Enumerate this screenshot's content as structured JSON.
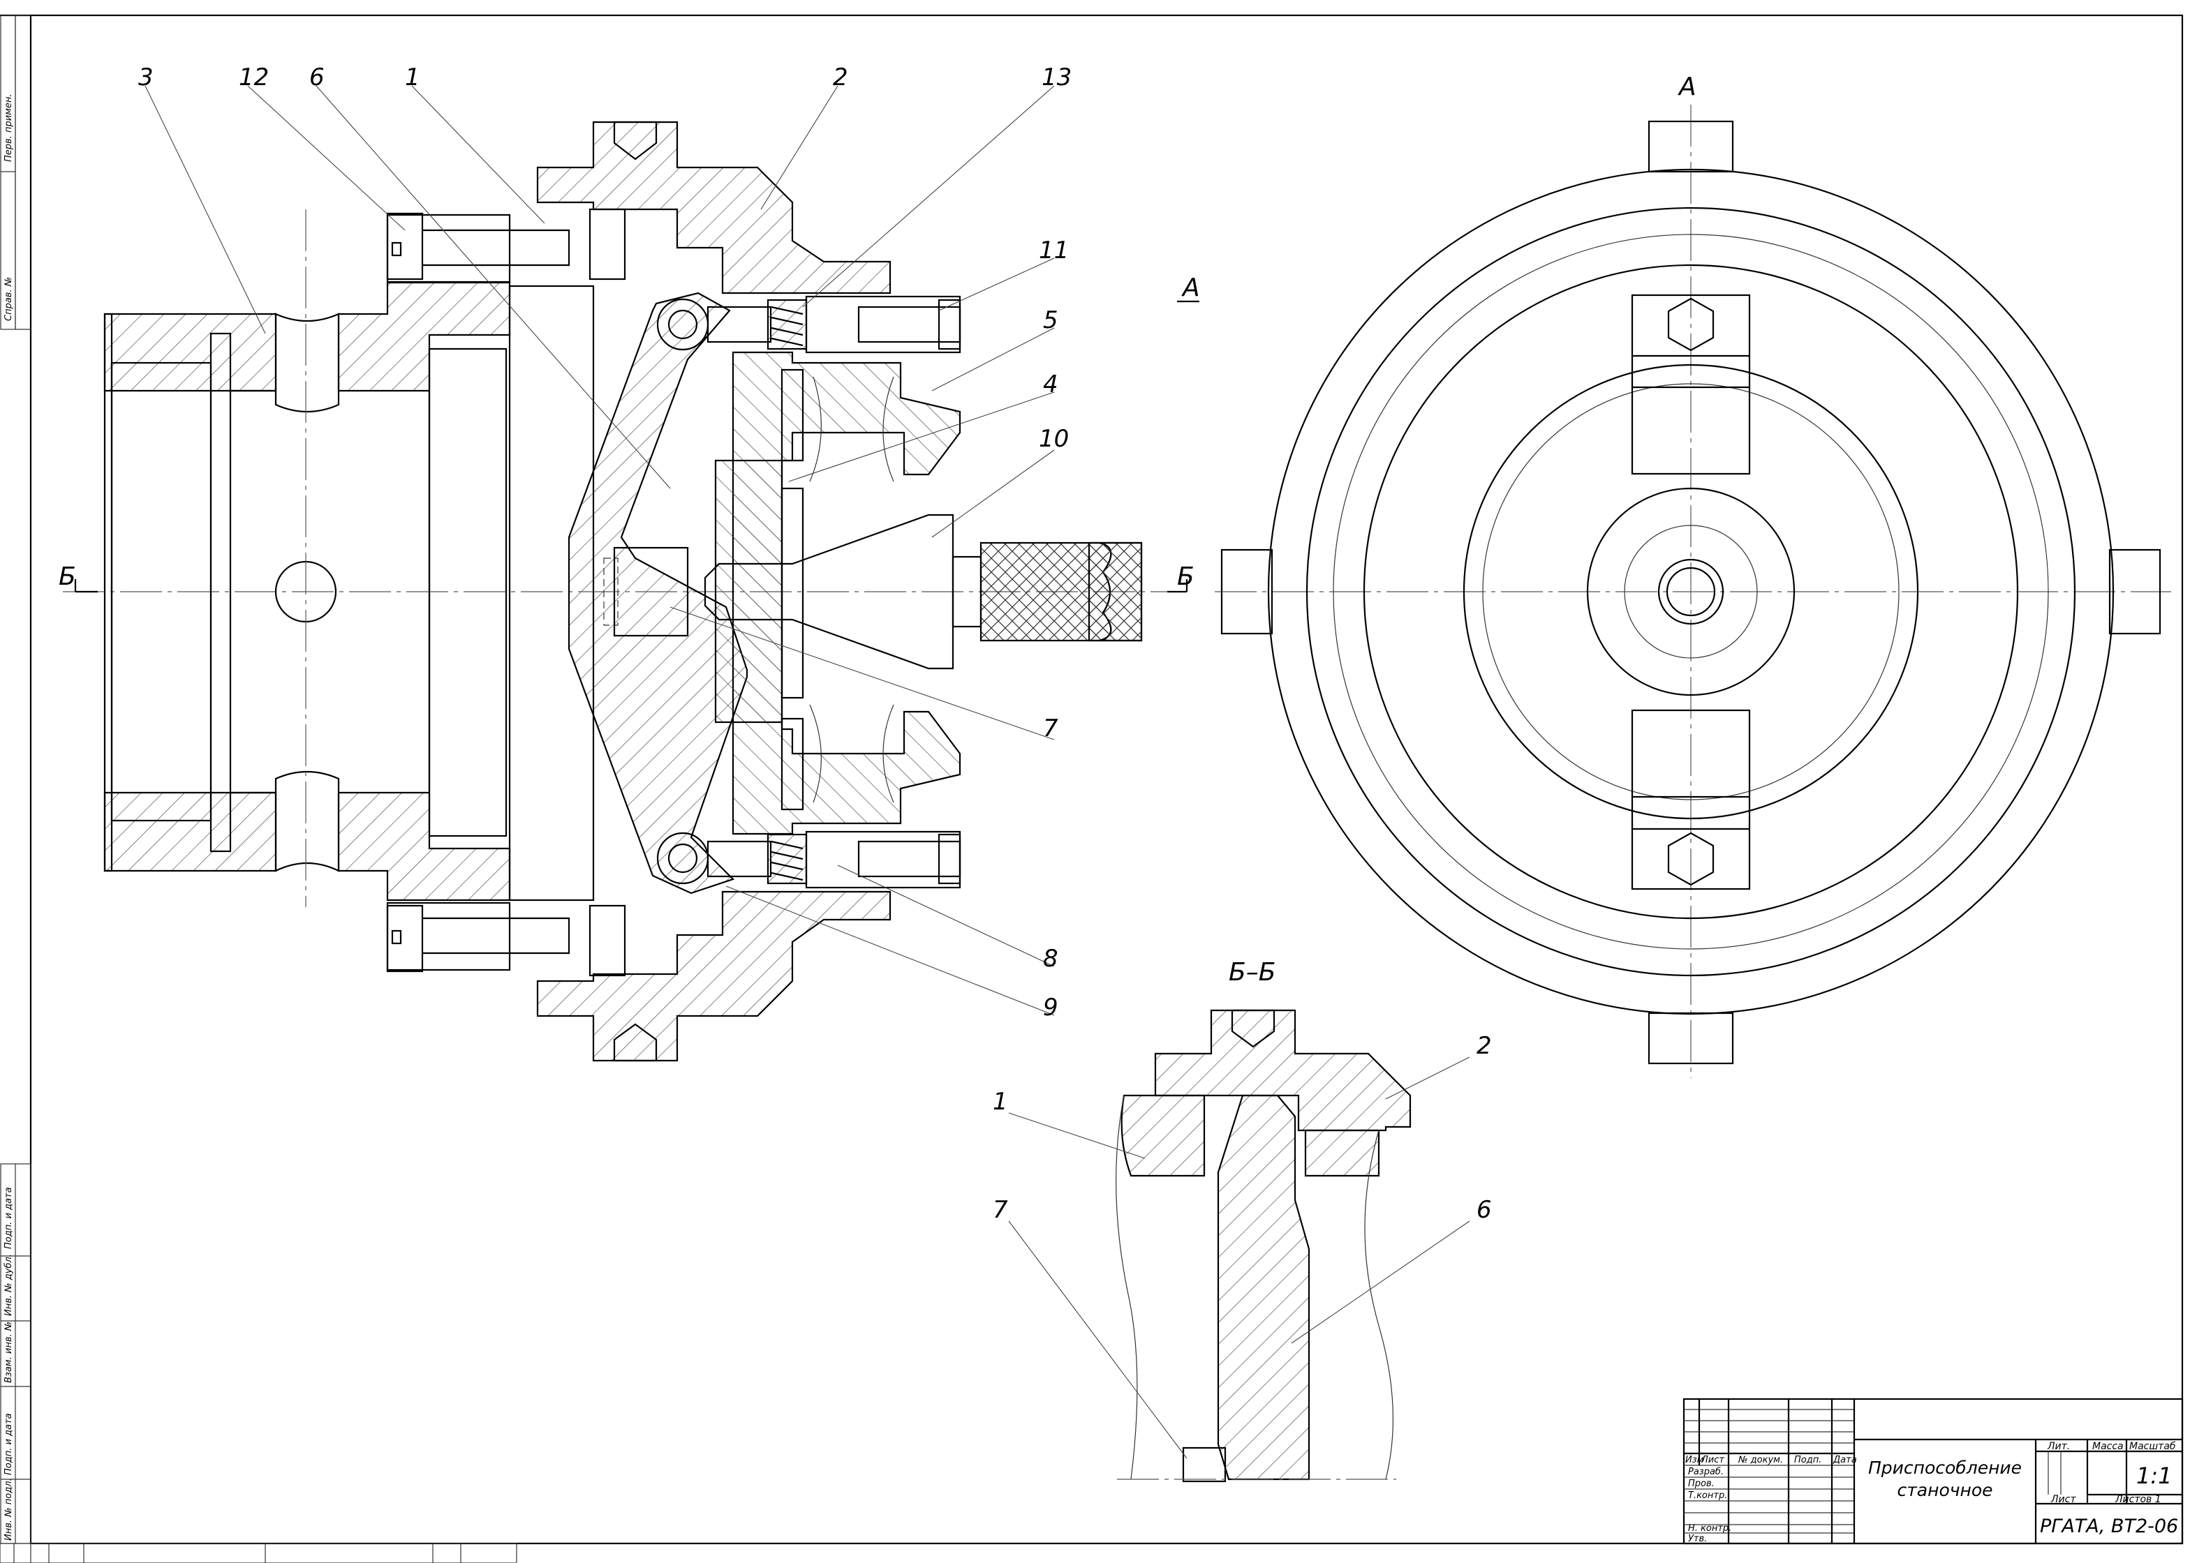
{
  "drawing": {
    "section_markers": {
      "a": "А",
      "b": "Б",
      "bb": "Б–Б"
    },
    "main_view_labels": [
      "3",
      "12",
      "6",
      "1",
      "2",
      "13",
      "11",
      "5",
      "4",
      "10",
      "7",
      "8",
      "9"
    ],
    "section_bb_labels": [
      "1",
      "7",
      "2",
      "6"
    ]
  },
  "title_block": {
    "title_line1": "Приспособление",
    "title_line2": "станочное",
    "doc_code": "РГАТА, ВТ2-06",
    "scale": "1:1",
    "col_lit": "Лит.",
    "col_mass": "Масса",
    "col_scale": "Масштаб",
    "sheet": "Лист",
    "sheets": "Листов 1",
    "header": {
      "izm": "Изм",
      "list": "Лист",
      "doc": "№ докум.",
      "sign": "Подп.",
      "date": "Дата"
    },
    "roles": [
      "Разраб.",
      "Пров.",
      "Т.контр.",
      "Н. контр.",
      "Утв."
    ]
  },
  "side_stamp": [
    "Перв. примен.",
    "Справ. №",
    "Подп. и дата",
    "Инв. № дубл.",
    "Взам. инв. №",
    "Подп. и дата",
    "Инв. № подл."
  ]
}
